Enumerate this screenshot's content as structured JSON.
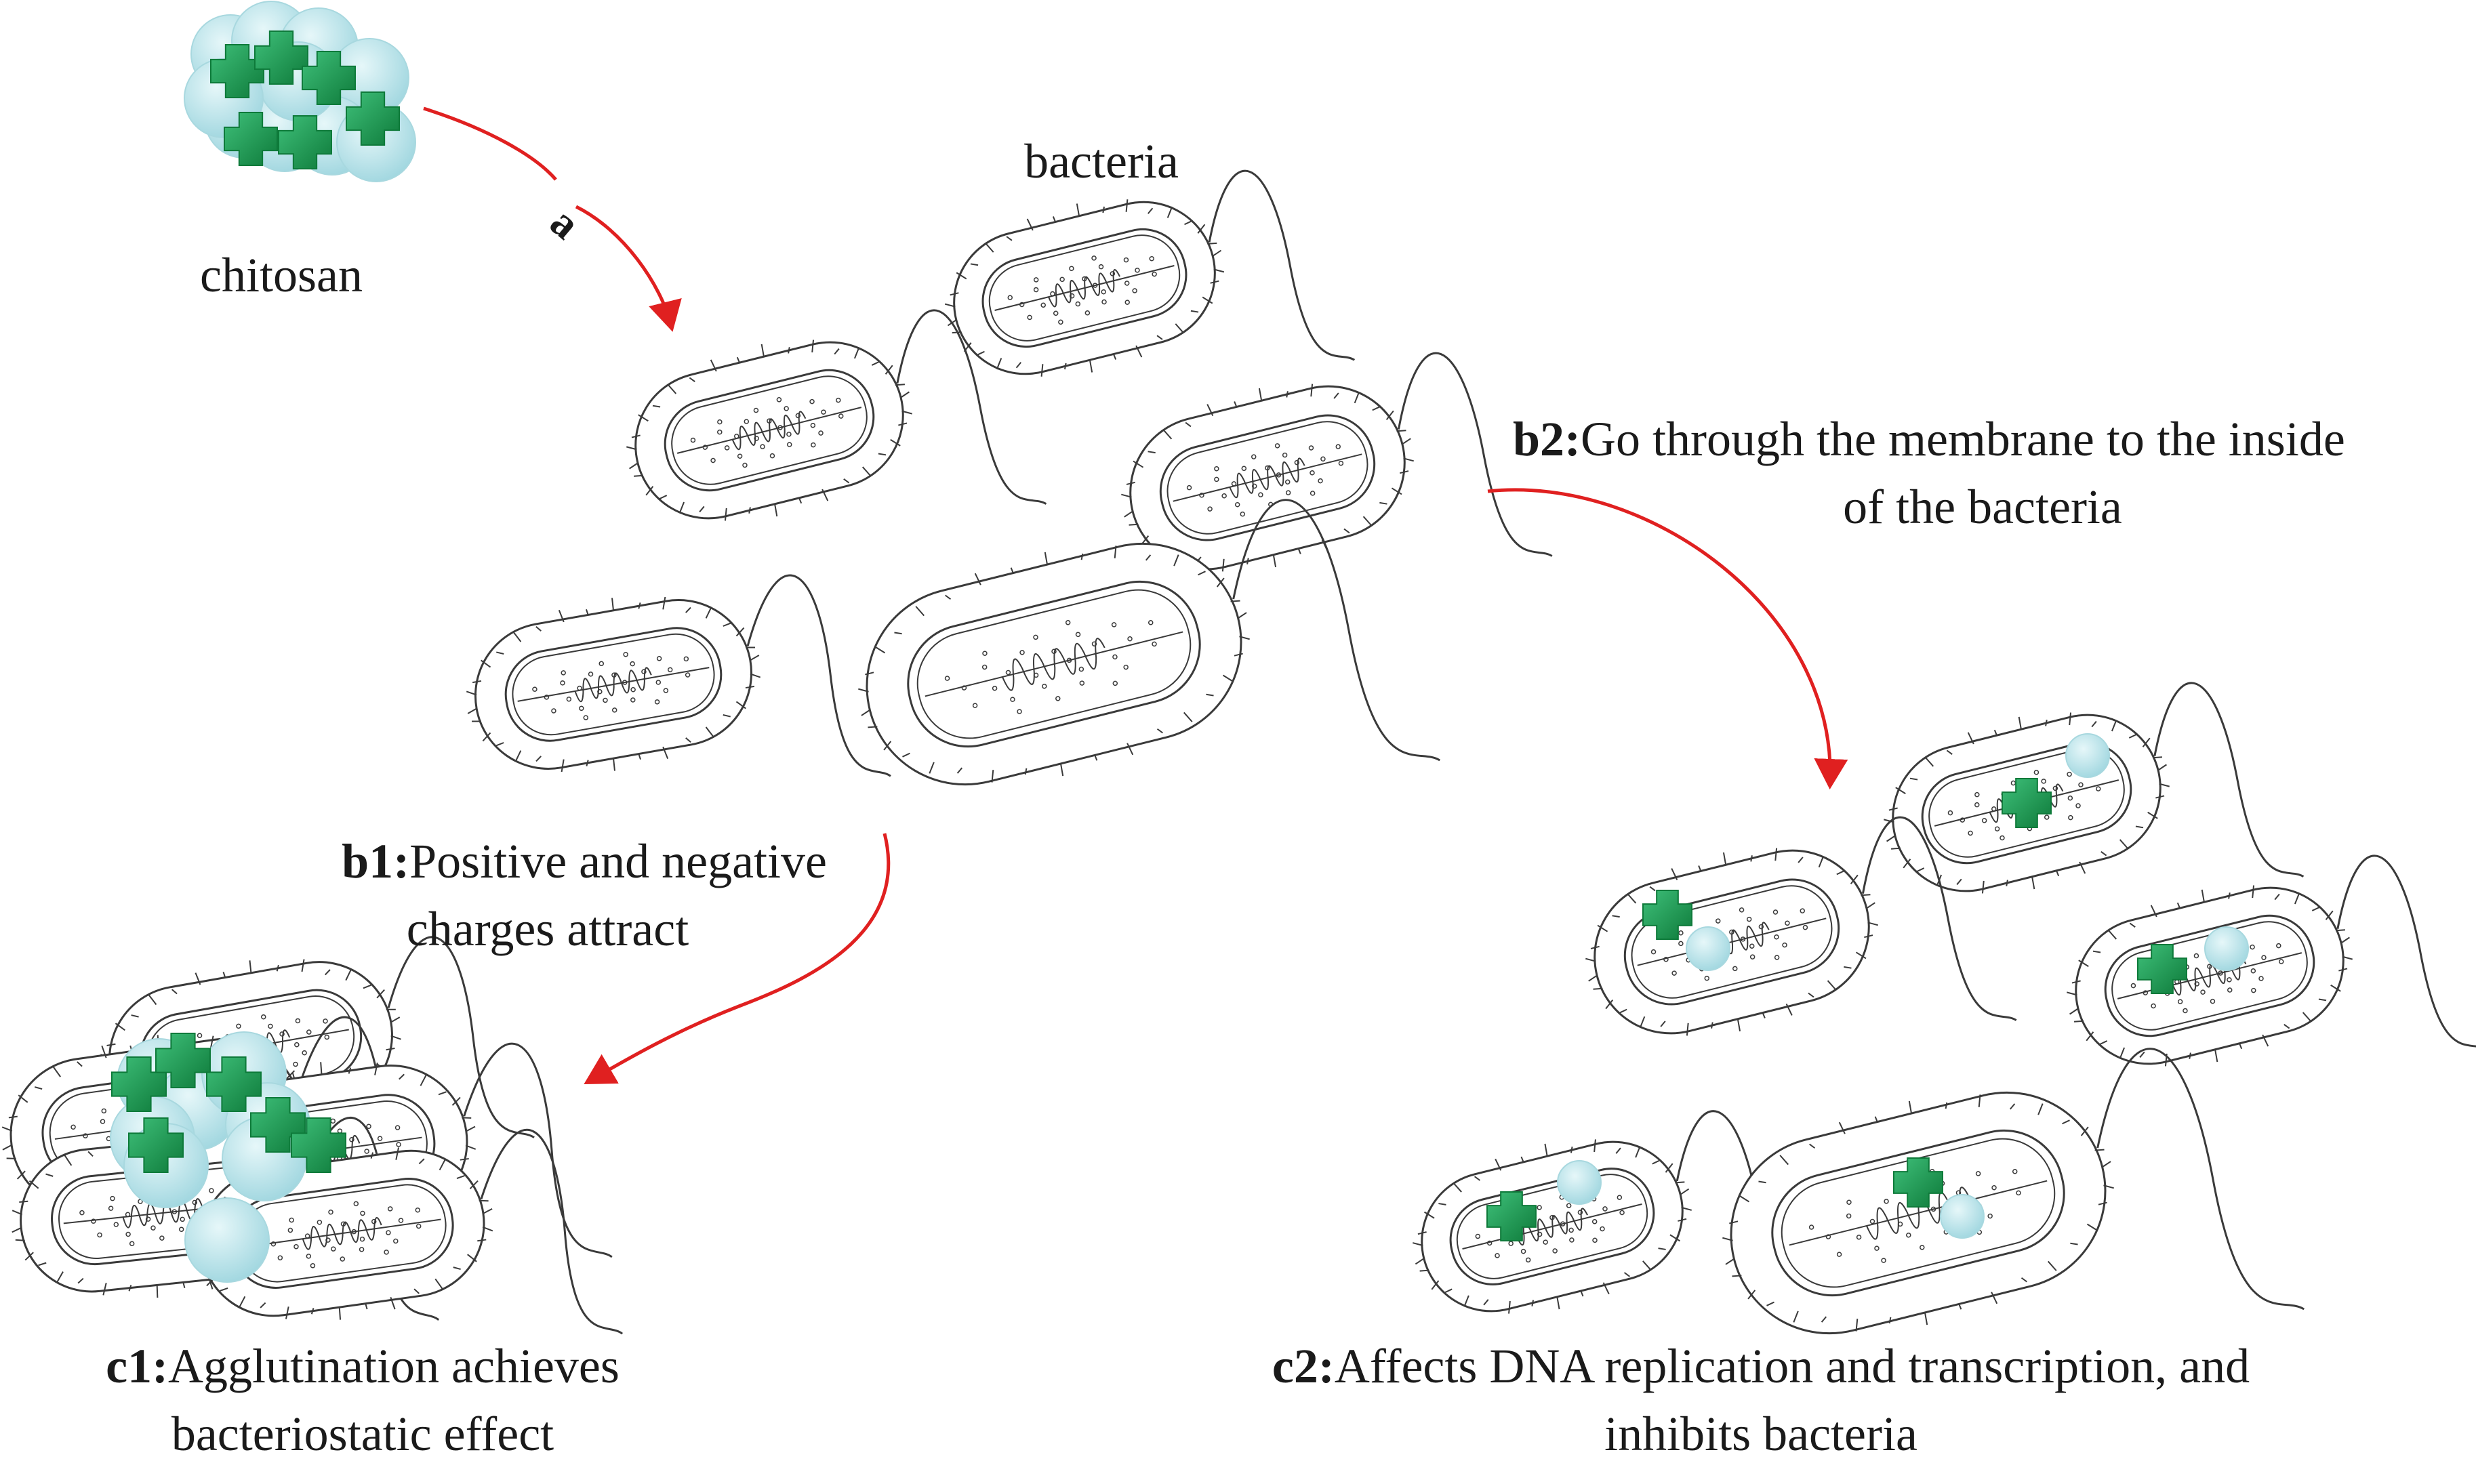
{
  "labels": {
    "chitosan": "chitosan",
    "bacteria": "bacteria",
    "arrow_a": "a",
    "b1_key": "b1:",
    "b1_line1": "Positive and negative",
    "b1_line2": "charges attract",
    "b2_key": "b2:",
    "b2_line1": "Go through the membrane to the inside",
    "b2_line2": "of the bacteria",
    "c1_key": "c1:",
    "c1_line1": "Agglutination achieves",
    "c1_line2": "bacteriostatic effect",
    "c2_key": "c2:",
    "c2_line1": "Affects DNA replication and transcription, and",
    "c2_line2": "inhibits bacteria"
  },
  "colors": {
    "arrow": "#e02020",
    "plus_green": "#1fa058",
    "plus_dark": "#0e7a3a",
    "chitosan_bead": "#b9e4ea",
    "outline": "#3a3a3a"
  },
  "icons": {
    "bacterium": "rod-shaped-bacterium-with-flagellum",
    "charge": "positive-charge-plus-icon",
    "particle": "chitosan-bead-icon"
  }
}
